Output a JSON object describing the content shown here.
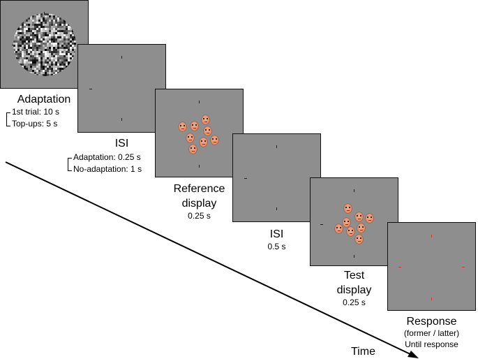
{
  "stages": {
    "adaptation": {
      "title": "Adaptation",
      "line1": "1st trial: 10 s",
      "line2": "Top-ups: 5 s"
    },
    "isi1": {
      "title": "ISI",
      "line1": "Adaptation: 0.25 s",
      "line2": "No-adaptation: 1 s"
    },
    "reference": {
      "title_line1": "Reference",
      "title_line2": "display",
      "duration": "0.25 s"
    },
    "isi2": {
      "title": "ISI",
      "duration": "0.5 s"
    },
    "test": {
      "title_line1": "Test",
      "title_line2": "display",
      "duration": "0.25 s"
    },
    "response": {
      "title": "Response",
      "line1": "(former / latter)",
      "line2": "Until response"
    }
  },
  "time_axis": {
    "label": "Time"
  },
  "colors": {
    "panel_gray": "#8e8e8e",
    "response_marker": "#e0312b",
    "face_skin": "#df8a67"
  }
}
